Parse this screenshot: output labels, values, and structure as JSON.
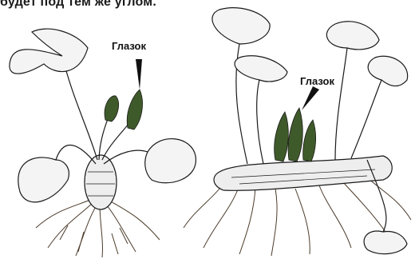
{
  "header": {
    "text": "будет под тем же углом."
  },
  "labels": {
    "left_bud_callout": "Глазок",
    "right_bud_callout": "Глазок"
  },
  "colors": {
    "ink": "#1a1a1a",
    "bud_green": "#3f5a2a",
    "root_brown": "#4b3b2a"
  }
}
